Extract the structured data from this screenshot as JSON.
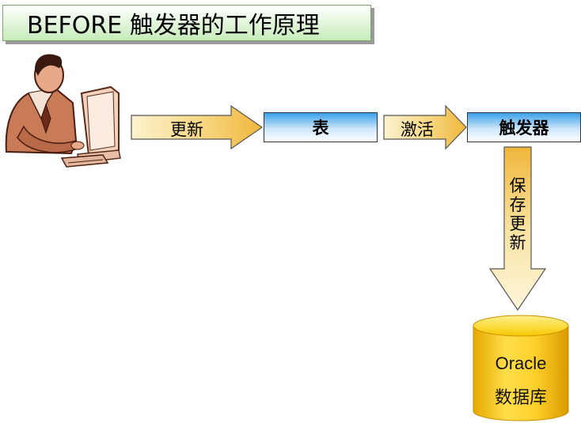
{
  "title": "BEFORE 触发器的工作原理",
  "nodes": {
    "table": "表",
    "trigger": "触发器",
    "database_name": "Oracle",
    "database_label": "数据库"
  },
  "arrows": {
    "update": "更新",
    "activate": "激活",
    "save_update": "保存更新"
  },
  "colors": {
    "title_gradient_end": "#c6ecb9",
    "box_blue": "#3aa0ea",
    "arrow_gold": "#f2c14a",
    "db_gold": "#f5c000"
  },
  "icons": {
    "user": "businessman-at-computer-clipart"
  }
}
